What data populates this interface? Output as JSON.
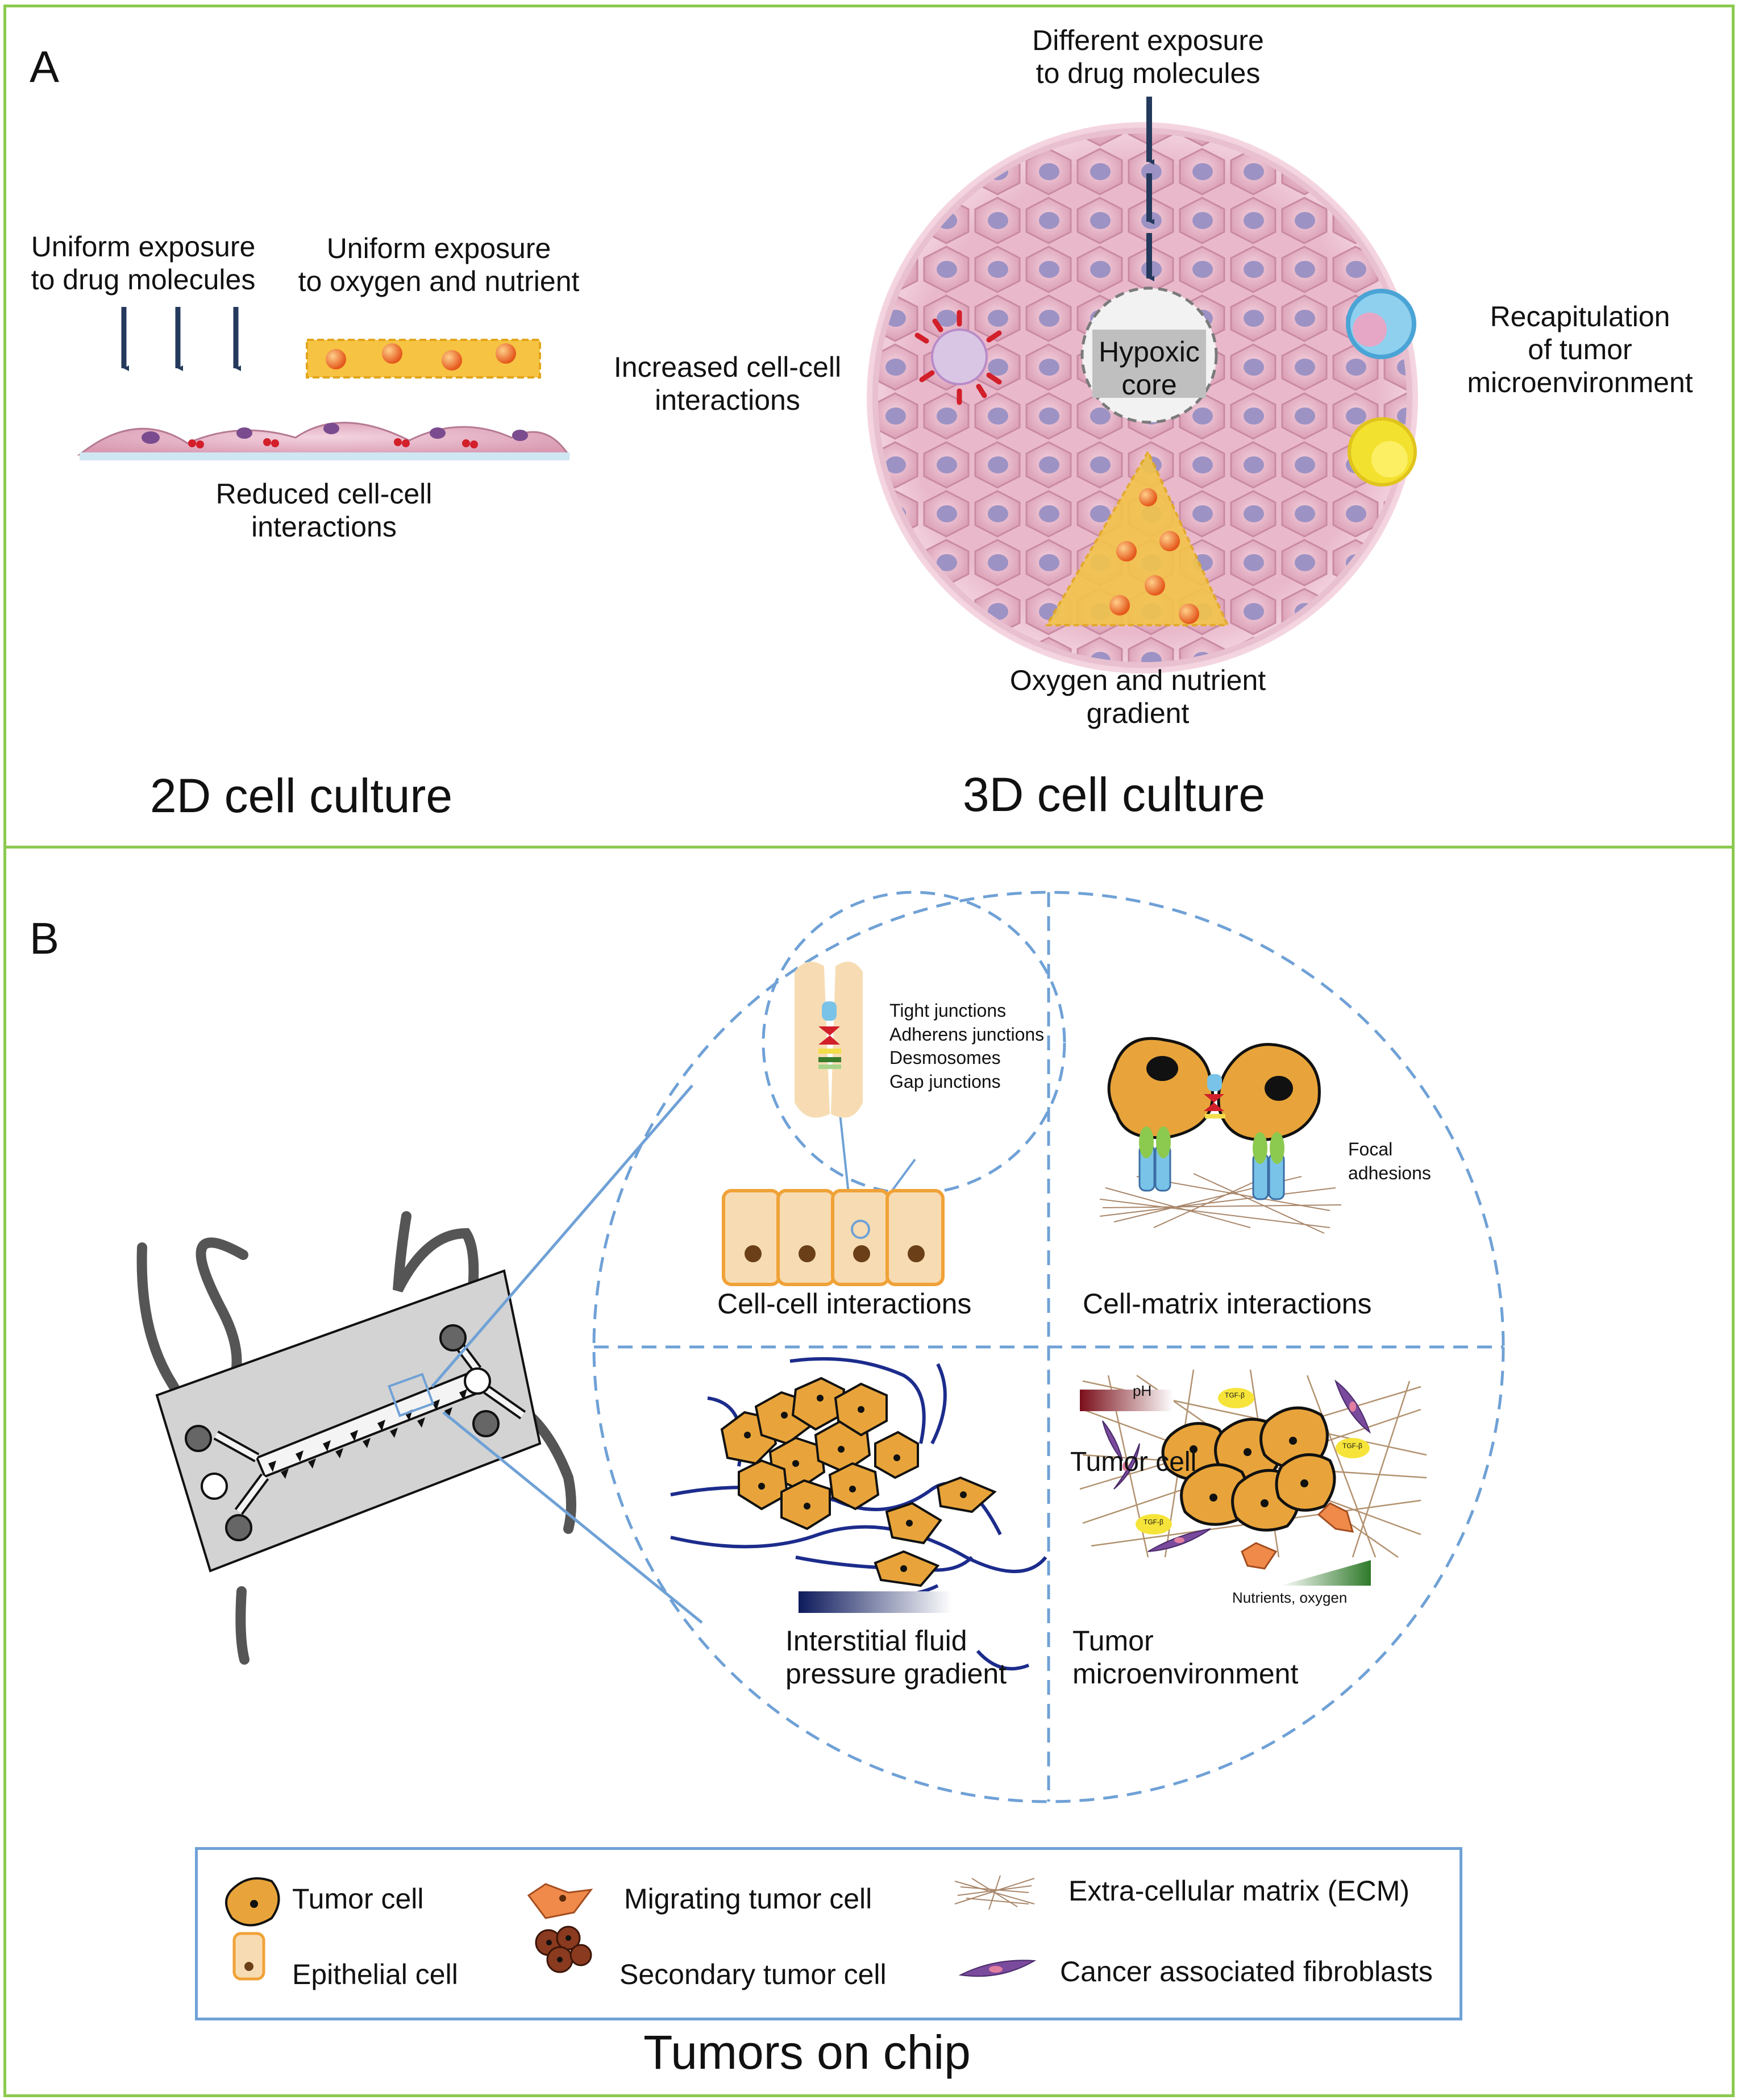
{
  "panel_a": {
    "letter": "A",
    "left": {
      "drug_label": [
        "Uniform exposure",
        "to drug molecules"
      ],
      "oxygen_label": [
        "Uniform exposure",
        "to oxygen and nutrient"
      ],
      "interaction_label": [
        "Reduced cell-cell",
        "interactions"
      ],
      "title": "2D cell culture"
    },
    "right": {
      "drug_label": [
        "Different exposure",
        "to drug molecules"
      ],
      "core_label": [
        "Hypoxic",
        "core"
      ],
      "interaction_label": [
        "Increased cell-cell",
        "interactions"
      ],
      "micro_label": [
        "Recapitulation",
        "of tumor",
        "microenvironment"
      ],
      "gradient_label": [
        "Oxygen and nutrient",
        "gradient"
      ],
      "title": "3D cell culture"
    }
  },
  "panel_b": {
    "letter": "B",
    "junctions": [
      "Tight junctions",
      "Adherens junctions",
      "Desmosomes",
      "Gap junctions"
    ],
    "focal_label": [
      "Focal",
      "adhesions"
    ],
    "quadrants": {
      "cell_cell": "Cell-cell interactions",
      "cell_matrix": "Cell-matrix interactions",
      "pressure": [
        "Interstitial fluid",
        "pressure gradient"
      ],
      "tumor_micro": [
        "Tumor",
        "microenvironment"
      ]
    },
    "ph_label": "pH",
    "tgf_label": "TGF-β",
    "tumor_cell_label": "Tumor cell",
    "nutrients_label": "Nutrients, oxygen",
    "legend": {
      "tumor_cell": "Tumor cell",
      "epithelial_cell": "Epithelial cell",
      "migrating_tumor_cell": "Migrating tumor cell",
      "secondary_tumor_cell": "Secondary tumor cell",
      "ecm": "Extra-cellular matrix (ECM)",
      "caf": "Cancer associated fibroblasts"
    },
    "title": "Tumors on chip"
  },
  "colors": {
    "border": "#8cc94f",
    "legend_border": "#6fa1d6",
    "dash_blue": "#6fa1d6",
    "arrow_navy": "#24395c",
    "tumor_orange": "#e8a43a",
    "cell_pink": "#e8b7c8"
  }
}
